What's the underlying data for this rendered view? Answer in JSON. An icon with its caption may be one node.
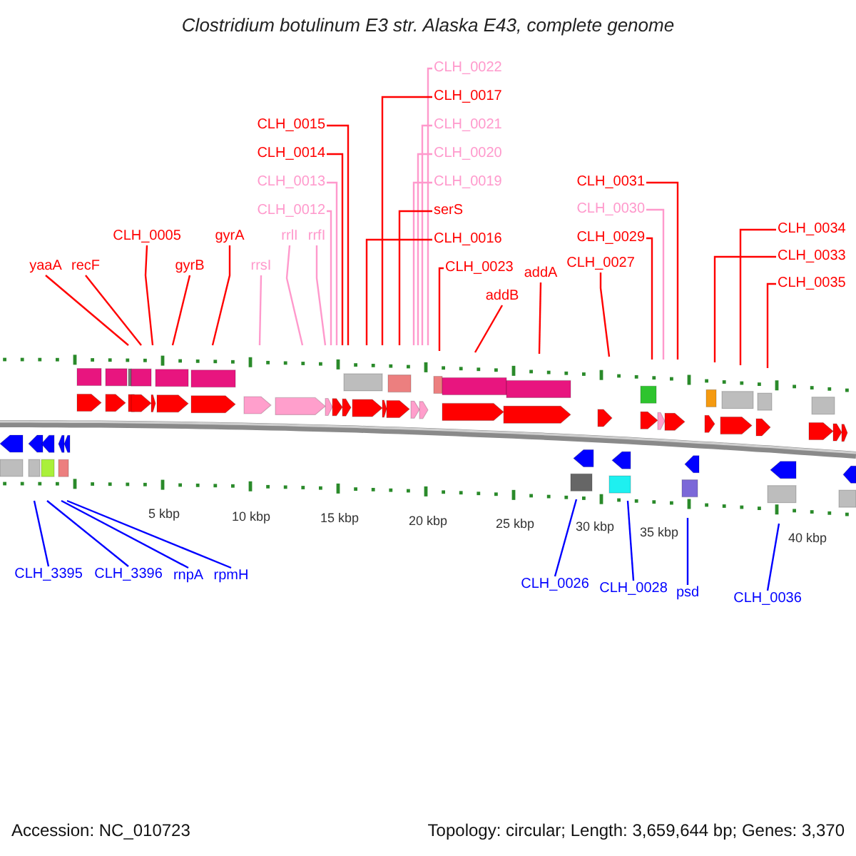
{
  "diagram": {
    "title": "Clostridium botulinum E3 str. Alaska E43, complete genome",
    "nodes": [
      {
        "text": [
          "CLH_0022"
        ]
      },
      {
        "text": [
          "CLH_0017"
        ]
      },
      {
        "text": [
          "CLH_0015"
        ]
      },
      {
        "text": [
          "CLH_0021"
        ]
      },
      {
        "text": [
          "CLH_0014"
        ]
      },
      {
        "text": [
          "CLH_0020"
        ]
      },
      {
        "text": [
          "CLH_0031"
        ]
      },
      {
        "text": [
          "CLH_0013"
        ]
      },
      {
        "text": [
          "CLH_0019"
        ]
      },
      {
        "text": [
          "CLH_0030"
        ]
      },
      {
        "text": [
          "CLH_0012"
        ]
      },
      {
        "text": [
          "serS"
        ]
      },
      {
        "text": [
          "CLH_0034"
        ]
      },
      {
        "text": [
          "CLH_0005"
        ]
      },
      {
        "text": [
          "gyrA"
        ]
      },
      {
        "text": [
          "rrlI"
        ]
      },
      {
        "text": [
          "rrfI"
        ]
      },
      {
        "text": [
          "CLH_0029"
        ]
      },
      {
        "text": [
          "CLH_0016"
        ]
      },
      {
        "text": [
          "CLH_0023"
        ]
      },
      {
        "text": [
          "CLH_0033"
        ]
      },
      {
        "text": [
          "CLH_0027"
        ]
      },
      {
        "text": [
          "yaaA"
        ]
      },
      {
        "text": [
          "recF"
        ]
      },
      {
        "text": [
          "gyrB"
        ]
      },
      {
        "text": [
          "rrsI"
        ]
      },
      {
        "text": [
          "addB"
        ]
      },
      {
        "text": [
          "addA"
        ]
      },
      {
        "text": [
          "CLH_0035"
        ]
      },
      {
        "text": [
          "CLH_3395"
        ]
      },
      {
        "text": [
          "CLH_3396"
        ]
      },
      {
        "text": [
          "rnpA"
        ]
      },
      {
        "text": [
          "rpmH"
        ]
      },
      {
        "text": [
          "CLH_0026"
        ]
      },
      {
        "text": [
          "CLH_0028"
        ]
      },
      {
        "text": [
          "psd"
        ]
      },
      {
        "text": [
          "CLH_0036"
        ]
      }
    ],
    "edges": [
      {
        "from": 0,
        "to": null,
        "arrow": "none",
        "color": "#ff99cc"
      },
      {
        "from": 1,
        "to": null,
        "arrow": "none"
      },
      {
        "from": 2,
        "to": null,
        "arrow": "none"
      },
      {
        "from": 3,
        "to": null,
        "arrow": "none",
        "color": "#ff99cc"
      },
      {
        "from": 4,
        "to": null,
        "arrow": "none"
      },
      {
        "from": 5,
        "to": null,
        "arrow": "none",
        "color": "#ff99cc"
      },
      {
        "from": 6,
        "to": null,
        "arrow": "none"
      },
      {
        "from": 7,
        "to": null,
        "arrow": "none",
        "color": "#ff99cc"
      },
      {
        "from": 8,
        "to": null,
        "arrow": "none",
        "color": "#ff99cc"
      },
      {
        "from": 9,
        "to": null,
        "arrow": "none",
        "color": "#ff99cc"
      },
      {
        "from": 10,
        "to": null,
        "arrow": "none",
        "color": "#ff99cc"
      },
      {
        "from": 11,
        "to": null,
        "arrow": "none"
      },
      {
        "from": 12,
        "to": null,
        "arrow": "none"
      },
      {
        "from": 13,
        "to": null,
        "arrow": "none"
      },
      {
        "from": 14,
        "to": null,
        "arrow": "none"
      },
      {
        "from": 15,
        "to": null,
        "arrow": "none",
        "color": "#ff99cc"
      },
      {
        "from": 16,
        "to": null,
        "arrow": "none",
        "color": "#ff99cc"
      },
      {
        "from": 17,
        "to": null,
        "arrow": "none"
      },
      {
        "from": 18,
        "to": null,
        "arrow": "none"
      },
      {
        "from": 19,
        "to": null,
        "arrow": "none"
      },
      {
        "from": 20,
        "to": null,
        "arrow": "none"
      },
      {
        "from": 21,
        "to": null,
        "arrow": "none"
      },
      {
        "from": 22,
        "to": null,
        "arrow": "none"
      },
      {
        "from": 23,
        "to": null,
        "arrow": "none"
      },
      {
        "from": 24,
        "to": null,
        "arrow": "none"
      },
      {
        "from": 25,
        "to": null,
        "arrow": "none",
        "color": "#ff99cc"
      },
      {
        "from": 26,
        "to": null,
        "arrow": "none"
      },
      {
        "from": 27,
        "to": null,
        "arrow": "none"
      },
      {
        "from": 28,
        "to": null,
        "arrow": "none"
      },
      {
        "from": 29,
        "to": null,
        "arrow": "none",
        "color": "#0000ff"
      },
      {
        "from": 30,
        "to": null,
        "arrow": "none",
        "color": "#0000ff"
      },
      {
        "from": 31,
        "to": null,
        "arrow": "none",
        "color": "#0000ff"
      },
      {
        "from": 32,
        "to": null,
        "arrow": "none",
        "color": "#0000ff"
      },
      {
        "from": 33,
        "to": null,
        "arrow": "none",
        "color": "#0000ff"
      },
      {
        "from": 34,
        "to": null,
        "arrow": "none",
        "color": "#0000ff"
      },
      {
        "from": 35,
        "to": null,
        "arrow": "none",
        "color": "#0000ff"
      },
      {
        "from": 36,
        "to": null,
        "arrow": "none",
        "color": "#0000ff"
      }
    ],
    "labels": [
      "5 kbp",
      "10 kbp",
      "15 kbp",
      "20 kbp",
      "25 kbp",
      "30 kbp",
      "35 kbp",
      "40 kbp",
      "Accession: NC_010723",
      "Topology: circular; Length: 3,659,644 bp; Genes: 3,370"
    ]
  }
}
